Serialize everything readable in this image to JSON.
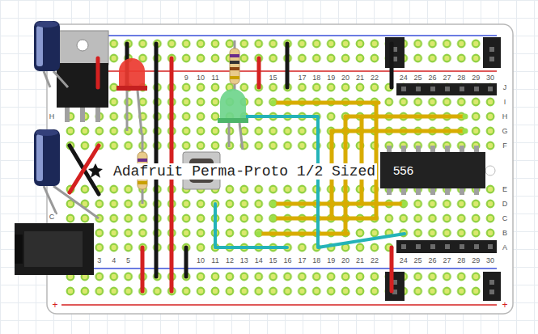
{
  "diagram": {
    "nodes": [
      {
        "text": [
          "556"
        ]
      }
    ],
    "labels": [
      "9",
      "10",
      "11",
      "15",
      "17",
      "18",
      "19",
      "20",
      "21",
      "22",
      "24",
      "25",
      "26",
      "27",
      "28",
      "29",
      "30",
      "J",
      "I",
      "H",
      "G",
      "F",
      "E",
      "D",
      "C",
      "B",
      "A",
      "H",
      "C",
      "Adafruit Perma-Proto 1/2 Sized",
      "3",
      "4",
      "5",
      "10",
      "11",
      "12",
      "13",
      "14",
      "15",
      "16",
      "17",
      "18",
      "19",
      "20",
      "21",
      "22",
      "24",
      "25",
      "26",
      "27",
      "28",
      "29",
      "30",
      "+",
      "+"
    ]
  }
}
